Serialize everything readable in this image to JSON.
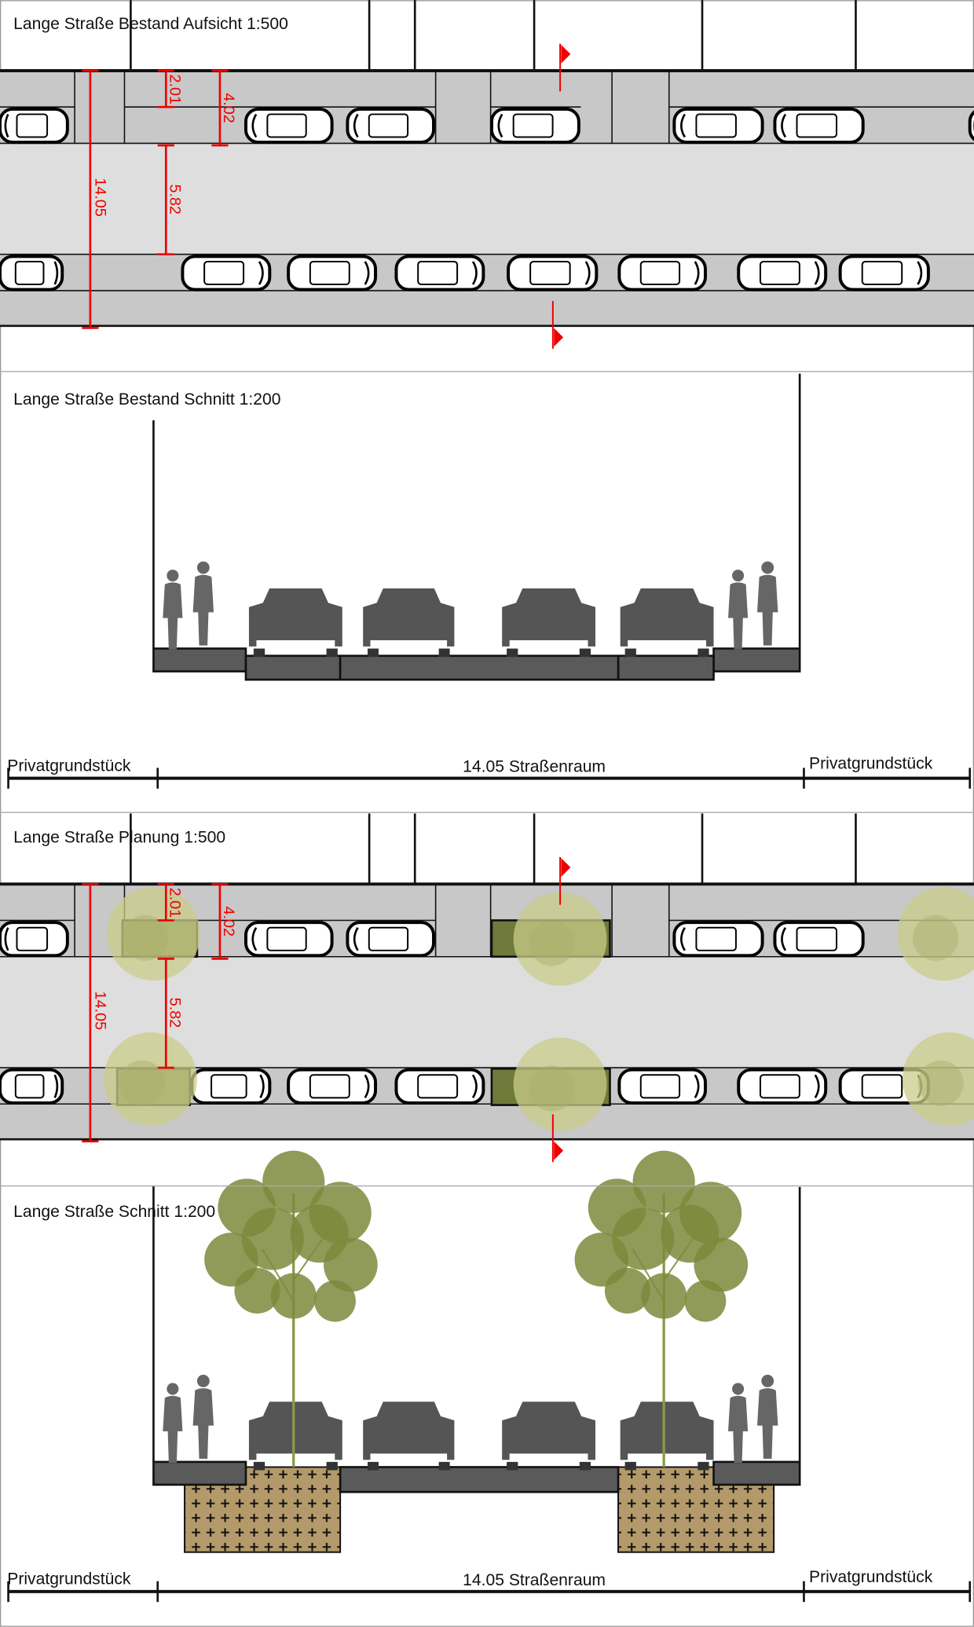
{
  "panels": [
    {
      "title": "Lange Straße Bestand Aufsicht 1:500"
    },
    {
      "title": "Lange Straße Bestand Schnitt 1:200"
    },
    {
      "title": "Lange Straße Planung 1:500"
    },
    {
      "title": "Lange Straße Schnitt 1:200"
    }
  ],
  "dimensions": {
    "total": "14.05",
    "sidewalk": "2.01",
    "sidewalk_parking": "4.02",
    "road": "5.82"
  },
  "section_labels": {
    "left": "Privatgrundstück",
    "center": "14.05 Straßenraum",
    "right": "Privatgrundstück"
  },
  "colors": {
    "dimension": "#ee0000",
    "paving": "#c8c8c8",
    "road": "#dedede",
    "slab": "#5a5a5a",
    "planter": "#6f7a3a",
    "soil": "#b49a6a",
    "tree": "#7d8a3c"
  }
}
